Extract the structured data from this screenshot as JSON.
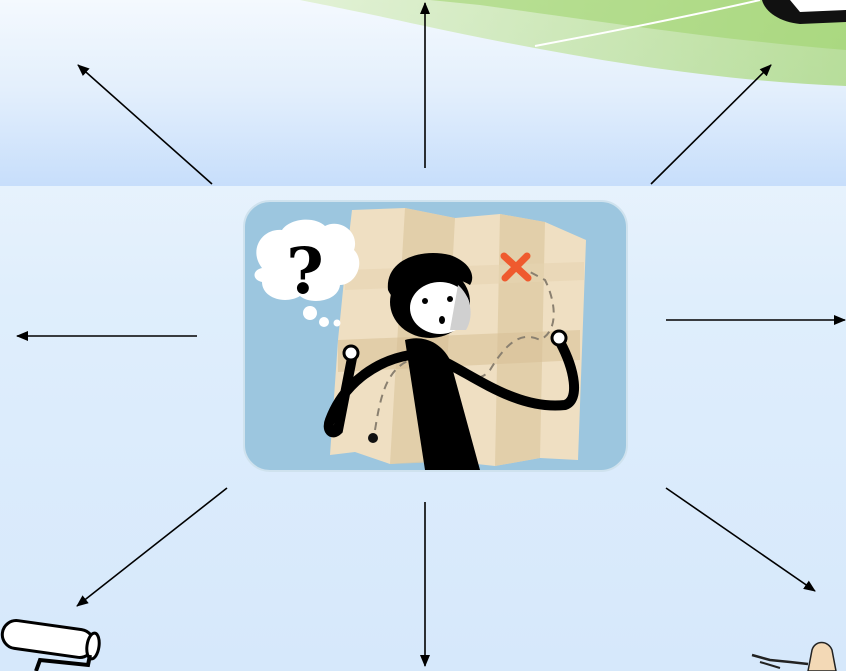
{
  "slide": {
    "arrow_directions": [
      "north-west",
      "north",
      "north-east",
      "west",
      "east",
      "south-west",
      "south",
      "south-east"
    ],
    "center_image": {
      "description_name": "confused-person-with-treasure-map",
      "thought_bubble_symbol": "?",
      "map_mark_symbol": "X"
    },
    "colors": {
      "top_band": "#cfe3fb",
      "background": "#dcecfc",
      "frame_fill": "#9cc6df",
      "map_paper": "#efdfc2",
      "map_fold": "#d9c39c",
      "x_mark": "#ef5a2e",
      "green_swoosh": "#9ed36b"
    }
  }
}
